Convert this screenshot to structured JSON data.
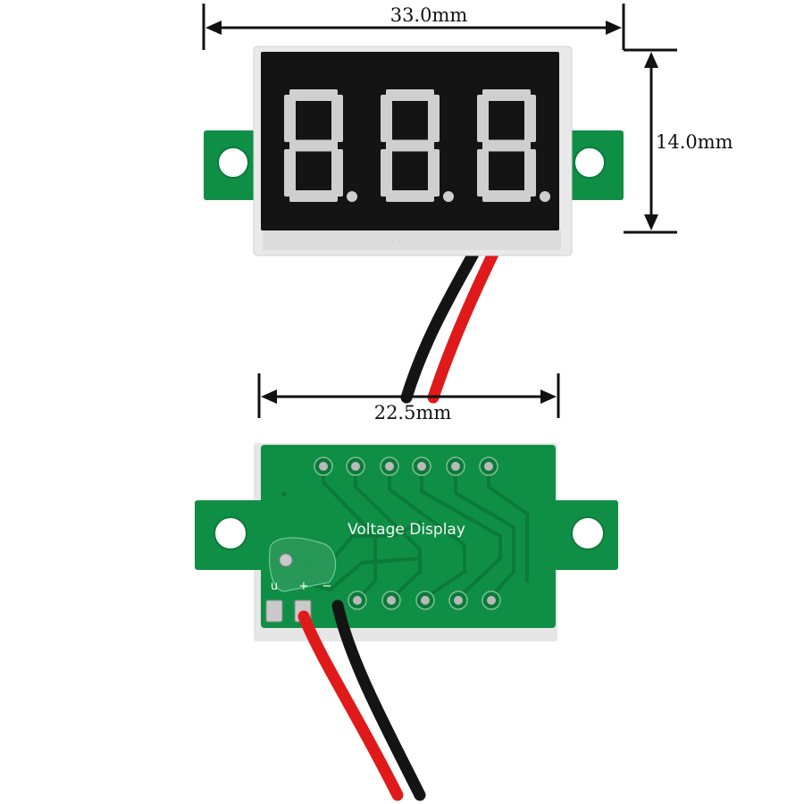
{
  "dimensions": {
    "width_top": "33.0mm",
    "height_top": "14.0mm",
    "width_bottom": "22.5mm"
  },
  "back_board": {
    "silkscreen": "Voltage Display",
    "pin_marks": [
      "u",
      "+",
      "−"
    ]
  },
  "display": {
    "digits": 3,
    "segment_state": "unlit",
    "segment_color": "#cfcfcf",
    "face_color": "#141414"
  },
  "colors": {
    "pcb": "#0f8f45",
    "pcb_dark": "#0b7a3a",
    "wire_red": "#e01a1a",
    "wire_black": "#141414",
    "bezel": "#e9e9e9"
  }
}
